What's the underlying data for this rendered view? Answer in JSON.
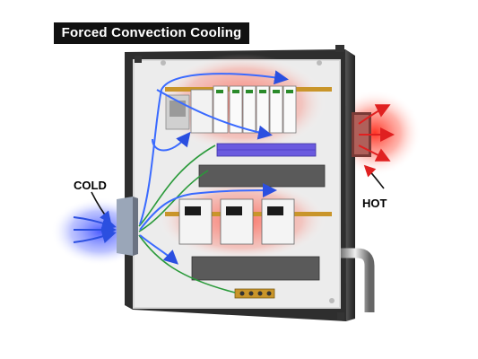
{
  "title": "Forced Convection Cooling",
  "labels": {
    "cold": "COLD",
    "hot": "HOT"
  },
  "colors": {
    "cold_air": "#2b4fe0",
    "hot_air": "#e02020",
    "heat_glow": "#ff5a4a",
    "cold_glow": "#5a6cff",
    "enclosure": "#3a3a3a",
    "backplate": "#e4e4e4",
    "din_rail": "#c9952a",
    "terminal_block": "#6a5adf"
  },
  "icons": [
    "enclosure",
    "fan-intake",
    "exhaust-vent",
    "plc-modules",
    "motor-drives",
    "terminal-block",
    "wire-duct",
    "ground-bar",
    "conduit"
  ]
}
